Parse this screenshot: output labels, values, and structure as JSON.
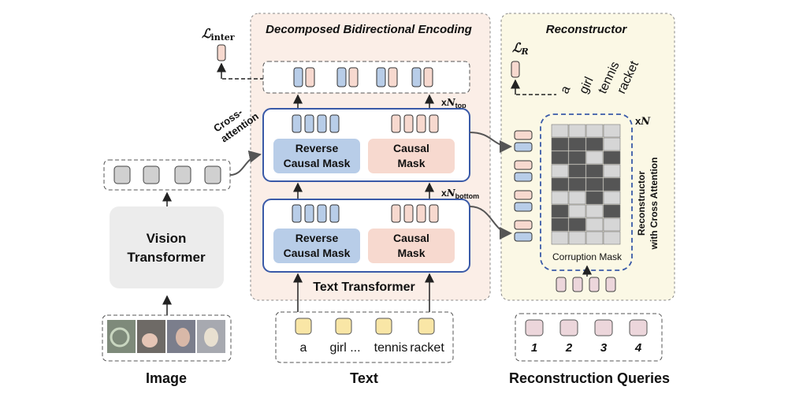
{
  "panels": {
    "encoding_title": "Decomposed Bidirectional Encoding",
    "reconstructor_title": "Reconstructor"
  },
  "losses": {
    "inter": "ℒ",
    "inter_sub": "inter",
    "recon": "ℒ",
    "recon_sub": "R"
  },
  "labels": {
    "cross_attention_1": "Cross-",
    "cross_attention_2": "attention",
    "top_mult": "x",
    "top_mult_N": "N",
    "top_mult_sub": "top",
    "bottom_mult": "x",
    "bottom_mult_N": "N",
    "bottom_mult_sub": "bottom",
    "recon_mult": "x",
    "recon_mult_N": "N"
  },
  "blocks": {
    "top_reverse_1": "Reverse",
    "top_reverse_2": "Causal Mask",
    "top_causal_1": "Causal",
    "top_causal_2": "Mask",
    "bottom_reverse_1": "Reverse",
    "bottom_reverse_2": "Causal Mask",
    "bottom_causal_1": "Causal",
    "bottom_causal_2": "Mask",
    "text_transformer": "Text Transformer",
    "vision_1": "Vision",
    "vision_2": "Transformer",
    "corruption_mask": "Corruption Mask",
    "reconstructor_side_1": "Reconstructor",
    "reconstructor_side_2": "with Cross Attention"
  },
  "text_tokens": {
    "t1": "a",
    "t2": "girl ...",
    "t3": "tennis",
    "t4": "racket"
  },
  "output_words": [
    "a",
    "girl",
    "tennis",
    "racket"
  ],
  "queries": [
    "1",
    "2",
    "3",
    "4"
  ],
  "captions": {
    "image": "Image",
    "text": "Text",
    "queries": "Reconstruction Queries"
  },
  "mask_grid": [
    [
      0,
      0,
      0,
      0
    ],
    [
      2,
      2,
      2,
      0
    ],
    [
      2,
      2,
      0,
      2
    ],
    [
      0,
      2,
      2,
      0
    ],
    [
      2,
      2,
      2,
      2
    ],
    [
      0,
      0,
      2,
      0
    ],
    [
      2,
      0,
      0,
      2
    ],
    [
      2,
      2,
      0,
      0
    ],
    [
      0,
      0,
      0,
      0
    ]
  ],
  "colors": {
    "blue_token": "#b8cde8",
    "peach_token": "#f7d9cf",
    "gray_token": "#d0d0d0",
    "yellow_token": "#f9e6a6",
    "query_token": "#ecd6db",
    "panel_peach": "#fbeee7",
    "panel_yellow": "#fbf8e5",
    "block_border": "#3a5aa8",
    "mask_dark": "#555555",
    "mask_light": "#d6d6d6"
  }
}
